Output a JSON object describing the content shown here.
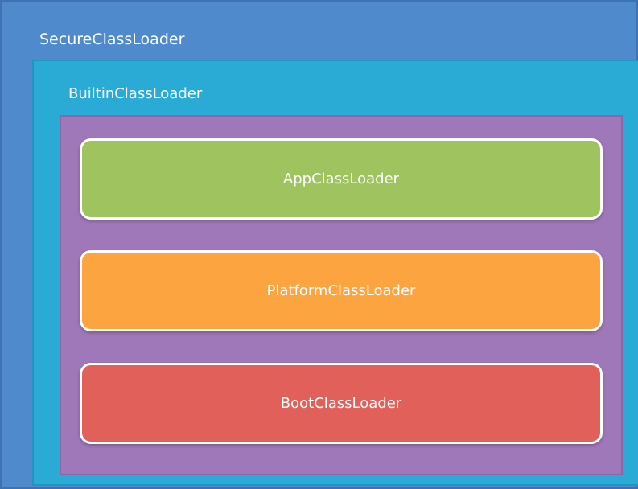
{
  "diagram": {
    "outer": {
      "label": "SecureClassLoader",
      "color": "#4f8bcc"
    },
    "middle": {
      "label": "BuiltinClassLoader",
      "color": "#2aabd6"
    },
    "inner": {
      "color": "#9f78b9"
    },
    "loaders": [
      {
        "label": "AppClassLoader",
        "color": "#9ec35f"
      },
      {
        "label": "PlatformClassLoader",
        "color": "#fca540"
      },
      {
        "label": "BootClassLoader",
        "color": "#e1605a"
      }
    ]
  }
}
